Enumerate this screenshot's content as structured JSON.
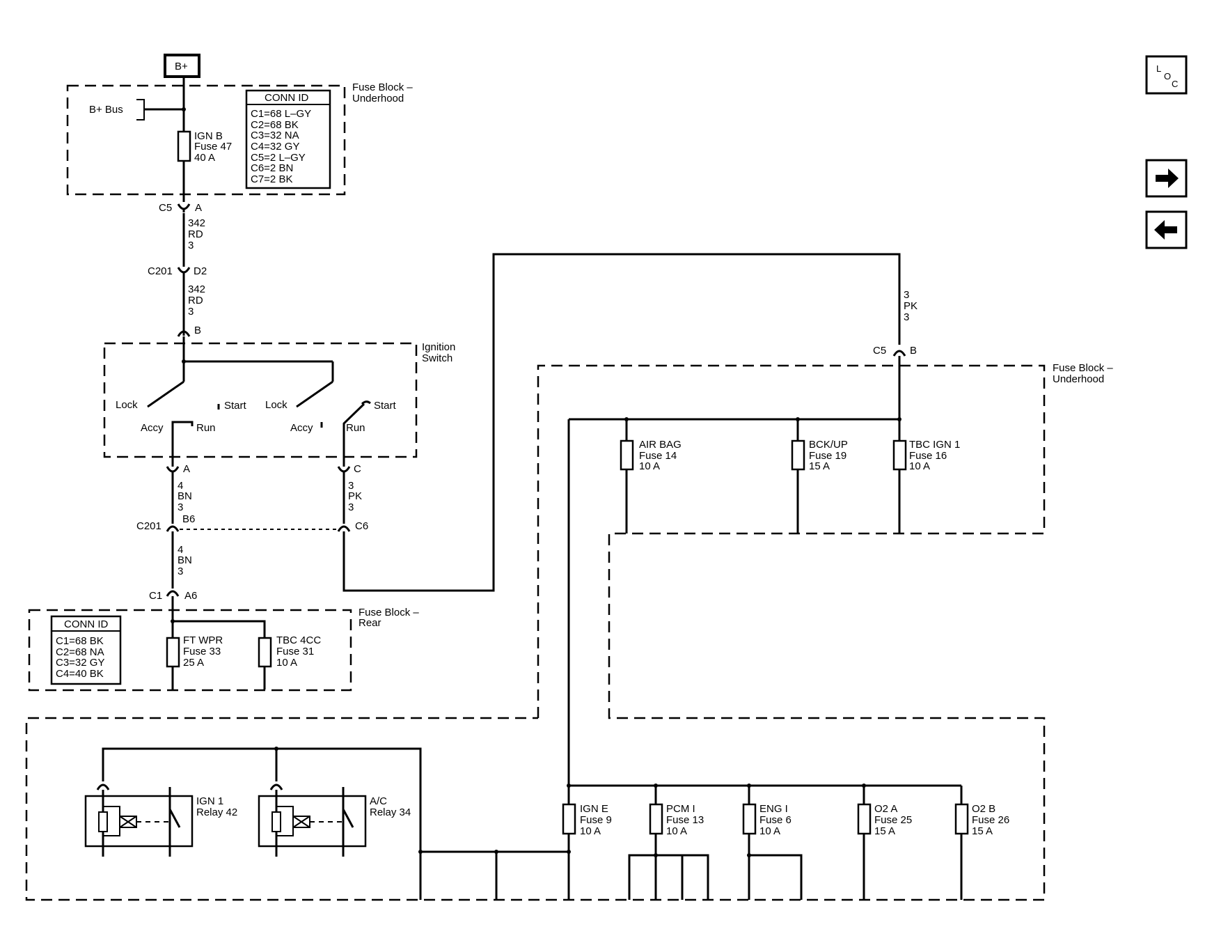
{
  "power": {
    "b_plus": "B+",
    "b_plus_bus": "B+ Bus"
  },
  "nav": {
    "loc_l": "L",
    "loc_o": "O",
    "loc_c": "C"
  },
  "fuse_block_underhood": {
    "title_line1": "Fuse Block –",
    "title_line2": "Underhood",
    "conn_id_title": "CONN ID",
    "conn_ids": [
      "C1=68 L–GY",
      "C2=68 BK",
      "C3=32 NA",
      "C4=32 GY",
      "C5=2 L–GY",
      "C6=2 BN",
      "C7=2 BK"
    ]
  },
  "fuse_ign_b": {
    "name": "IGN B",
    "fuse": "Fuse 47",
    "rating": "40 A"
  },
  "connectors": {
    "c5_top": {
      "id": "C5",
      "pin": "A"
    },
    "c201_d2": {
      "id": "C201",
      "pin": "D2"
    },
    "ign_b_pin": "B",
    "ign_a_pin": "A",
    "ign_c_pin": "C",
    "c201_b6": {
      "id": "C201",
      "pin": "B6"
    },
    "c6_pin": "C6",
    "c1_a6": {
      "id": "C1",
      "pin": "A6"
    },
    "c5_right": {
      "id": "C5",
      "pin": "B"
    }
  },
  "wires": {
    "w1": [
      "342",
      "RD",
      "3"
    ],
    "w2": [
      "342",
      "RD",
      "3"
    ],
    "w3": [
      "4",
      "BN",
      "3"
    ],
    "w4": [
      "3",
      "PK",
      "3"
    ],
    "w5": [
      "4",
      "BN",
      "3"
    ],
    "w6": [
      "3",
      "PK",
      "3"
    ]
  },
  "ignition_switch": {
    "title_line1": "Ignition",
    "title_line2": "Switch",
    "lock1": "Lock",
    "start1": "Start",
    "accy1": "Accy",
    "run1": "Run",
    "lock2": "Lock",
    "start2": "Start",
    "accy2": "Accy",
    "run2": "Run"
  },
  "fuse_block_rear": {
    "title_line1": "Fuse Block –",
    "title_line2": "Rear",
    "conn_id_title": "CONN ID",
    "conn_ids": [
      "C1=68 BK",
      "C2=68 NA",
      "C3=32 GY",
      "C4=40 BK"
    ],
    "fuses": [
      {
        "name": "FT WPR",
        "fuse": "Fuse 33",
        "rating": "25 A"
      },
      {
        "name": "TBC 4CC",
        "fuse": "Fuse 31",
        "rating": "10 A"
      }
    ]
  },
  "fuse_block_underhood_right": {
    "title_line1": "Fuse Block –",
    "title_line2": "Underhood",
    "fuses": [
      {
        "name": "AIR BAG",
        "fuse": "Fuse 14",
        "rating": "10 A"
      },
      {
        "name": "BCK/UP",
        "fuse": "Fuse 19",
        "rating": "15 A"
      },
      {
        "name": "TBC IGN 1",
        "fuse": "Fuse 16",
        "rating": "10 A"
      }
    ]
  },
  "relays": [
    {
      "name": "IGN 1",
      "relay": "Relay 42"
    },
    {
      "name": "A/C",
      "relay": "Relay 34"
    }
  ],
  "bottom_fuses": [
    {
      "name": "IGN E",
      "fuse": "Fuse 9",
      "rating": "10 A"
    },
    {
      "name": "PCM I",
      "fuse": "Fuse 13",
      "rating": "10 A"
    },
    {
      "name": "ENG I",
      "fuse": "Fuse 6",
      "rating": "10 A"
    },
    {
      "name": "O2 A",
      "fuse": "Fuse 25",
      "rating": "15 A"
    },
    {
      "name": "O2 B",
      "fuse": "Fuse 26",
      "rating": "15 A"
    }
  ]
}
